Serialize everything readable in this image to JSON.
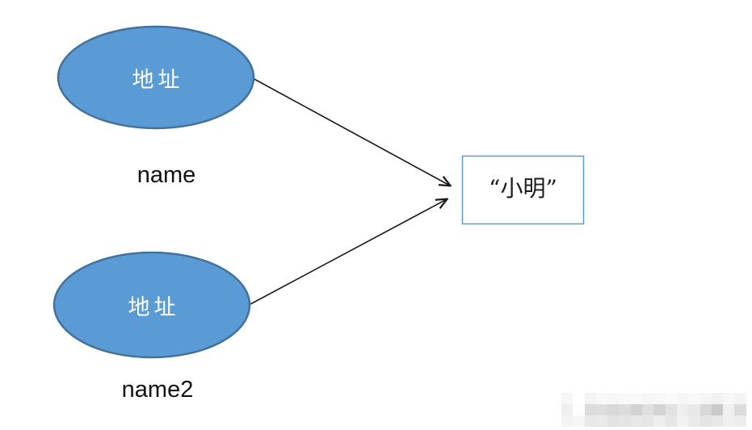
{
  "diagram": {
    "nodes": {
      "node1": {
        "label": "地址",
        "caption": "name"
      },
      "node2": {
        "label": "地址",
        "caption": "name2"
      },
      "value": {
        "label": "“小明”"
      }
    },
    "colors": {
      "node_fill": "#5b9bd5",
      "node_stroke": "#41719c",
      "value_box_stroke": "#5b9bd5",
      "arrow": "#1a1a1a",
      "label_text": "#ffffff",
      "caption_text": "#111111"
    }
  },
  "watermark": {
    "rows": [
      [
        "#f6f6f6",
        "#ffffff",
        "#f4f4f4",
        "#f8f8f8",
        "#f8f8f8",
        "#f9f9f9",
        "#fafafa",
        "#f7f7f7",
        "#f8f8f8",
        "#fafafa",
        "#f6f6f6",
        "#f9f9f9",
        "#f5f5f5",
        "#f2f2f2",
        "#f7f7f7",
        "#f4f4f4"
      ],
      [
        "#efefef",
        "#fdfdfd",
        "#dcdcdc",
        "#dedede",
        "#d8d8d8",
        "#dcdcdc",
        "#d2d2d2",
        "#dfdfdf",
        "#d4d4d4",
        "#e2e2e2",
        "#eeeeee",
        "#e8e8e8",
        "#d8d8d8",
        "#c9c9c9",
        "#f0f0f0",
        "#dcdcdc"
      ],
      [
        "#f3f3f3",
        "#f6f6f6",
        "#e8e8e8",
        "#eaeaea",
        "#e2e2e2",
        "#e4e4e4",
        "#e8e8e8",
        "#e6e6e6",
        "#eeeeee",
        "#e6e6e6",
        "#f2f2f2",
        "#eaeaea",
        "#e4e4e4",
        "#e8e8e8",
        "#f0f0f0",
        "#ededed"
      ]
    ]
  }
}
